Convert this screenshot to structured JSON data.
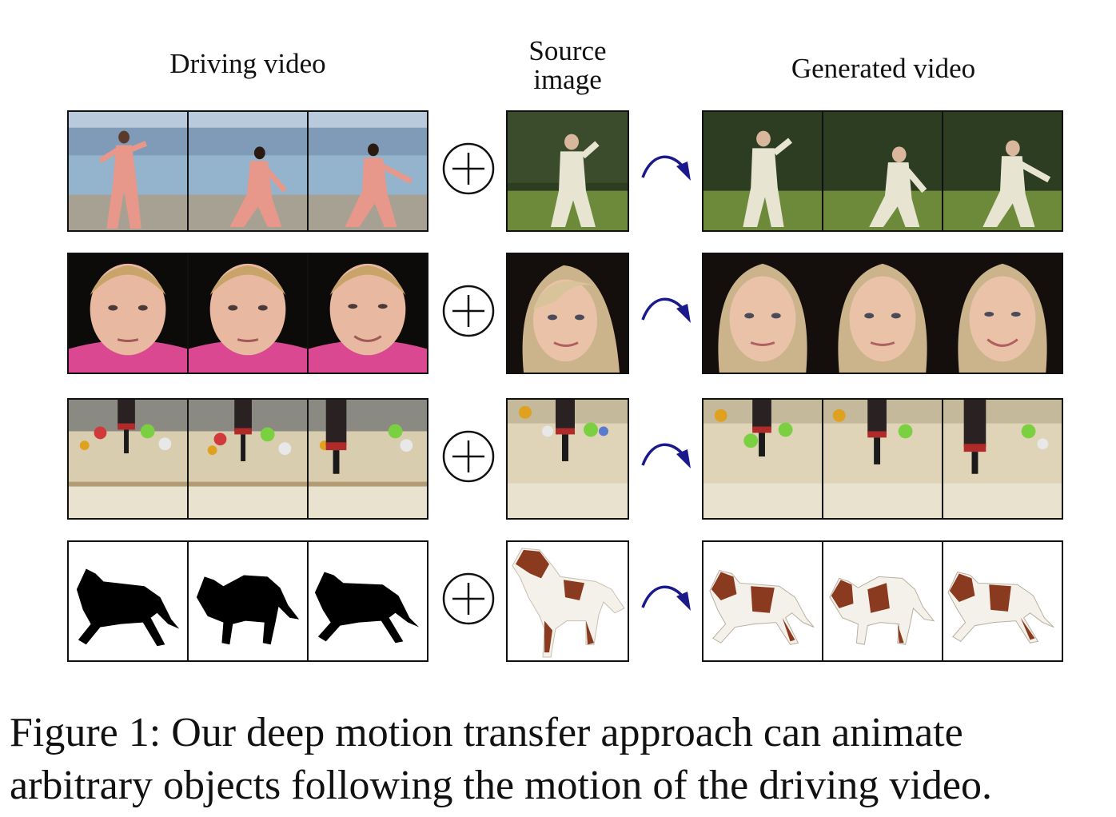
{
  "headers": {
    "driving": "Driving video",
    "source_line1": "Source",
    "source_line2": "image",
    "generated": "Generated video"
  },
  "rows": [
    {
      "driving_scene": "taichi-woman-pink",
      "source_scene": "taichi-man-white",
      "generated_scene": "taichi-man-white-animated"
    },
    {
      "driving_scene": "boy-face-pink-shirt",
      "source_scene": "girl-face-blonde",
      "generated_scene": "girl-face-blonde-animated"
    },
    {
      "driving_scene": "robot-arm-table-toys",
      "source_scene": "robot-arm-table-toys",
      "generated_scene": "robot-arm-table-toys-animated"
    },
    {
      "driving_scene": "black-horse-silhouette",
      "source_scene": "brown-white-horse",
      "generated_scene": "brown-white-horse-animated"
    }
  ],
  "icons": {
    "plus": "circled-plus-icon",
    "arrow": "curved-arrow-icon",
    "arrow_color": "#1a1a8c"
  },
  "caption": {
    "line1": "Figure 1: Our deep motion transfer approach can animate",
    "line2": "arbitrary objects following the motion of the driving video."
  }
}
